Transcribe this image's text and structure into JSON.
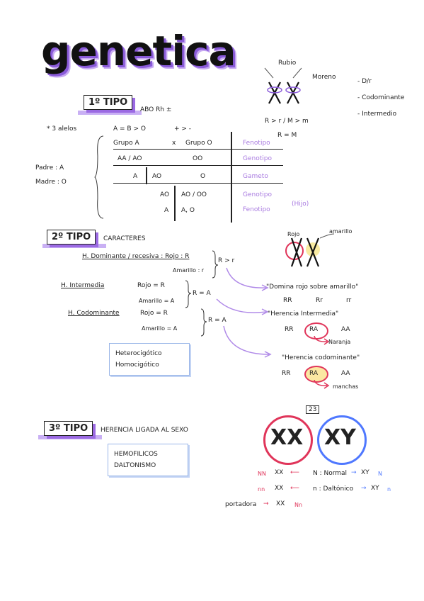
{
  "title": "genetica",
  "top_right": {
    "rubio": "Rubio",
    "moreno": "Moreno",
    "list": [
      "- D/r",
      "- Codominante",
      "- Intermedio"
    ],
    "rule1": "R > r / M > m",
    "rule2": "R = M"
  },
  "tipo1": {
    "label": "1º TIPO",
    "groups": "ABO    Rh ±",
    "alelos": "* 3 alelos",
    "order": "A = B > O",
    "rh": "+ > -",
    "padre": "Padre : A",
    "madre": "Madre : O",
    "table": {
      "header_left": "Grupo A",
      "header_x": "x",
      "header_right": "Grupo O",
      "r2_left": "AA / AO",
      "r2_right": "OO",
      "r3_a": "A",
      "r3_b": "AO",
      "r3_right": "O",
      "r4_a": "AO",
      "r4_b": "AO / OO",
      "r5_a": "A",
      "r5_b": "A, O"
    },
    "labels": [
      "Fenotipo",
      "Genotipo",
      "Gameto",
      "Genotipo",
      "Fenotipo"
    ],
    "hijo": "(Hijo)"
  },
  "tipo2": {
    "label": "2º TIPO",
    "caracteres": "CARACTERES",
    "h_dominante": "H. Dominante / recesiva : Rojo : R",
    "h_dominante_b": "Amarillo : r",
    "h_dominante_rel": "R > r",
    "h_intermedia": "H. Intermedia",
    "h_intermedia_a": "Rojo = R",
    "h_intermedia_b": "Amarillo = A",
    "h_intermedia_rel": "R = A",
    "h_codominante": "H. Codominante",
    "h_codominante_a": "Rojo = R",
    "h_codominante_b": "Amarillo = A",
    "h_codominante_rel": "R = A",
    "box_line1": "Heterocigótico",
    "box_line2": "Homocigótico",
    "rojo": "Rojo",
    "amarillo": "amarillo",
    "domina": "\"Domina rojo sobre amarillo\"",
    "domina_row": [
      "RR",
      "Rr",
      "rr"
    ],
    "intermedia": "\"Herencia Intermedia\"",
    "intermedia_row": [
      "RR",
      "RA",
      "AA"
    ],
    "naranja": "Naranja",
    "codominante": "\"Herencia codominante\"",
    "codominante_row": [
      "RR",
      "RA",
      "AA"
    ],
    "manchas": "manchas"
  },
  "tipo3": {
    "label": "3º TIPO",
    "heading": "HERENCIA LIGADA AL SEXO",
    "box_line1": "HEMOFILICOS",
    "box_line2": "DALTONISMO",
    "pair_number": "23",
    "xx": "XX",
    "xy": "XY",
    "normal_left": "NN",
    "normal_mid": "XX",
    "normal_text": "N : Normal",
    "normal_right": "XY",
    "normal_right_n": "N",
    "dalt_left": "nn",
    "dalt_mid": "XX",
    "dalt_text": "n : Daltónico",
    "dalt_right": "XY",
    "dalt_right_n": "n",
    "portadora": "portadora",
    "port_mid": "XX",
    "port_right": "Nn"
  }
}
